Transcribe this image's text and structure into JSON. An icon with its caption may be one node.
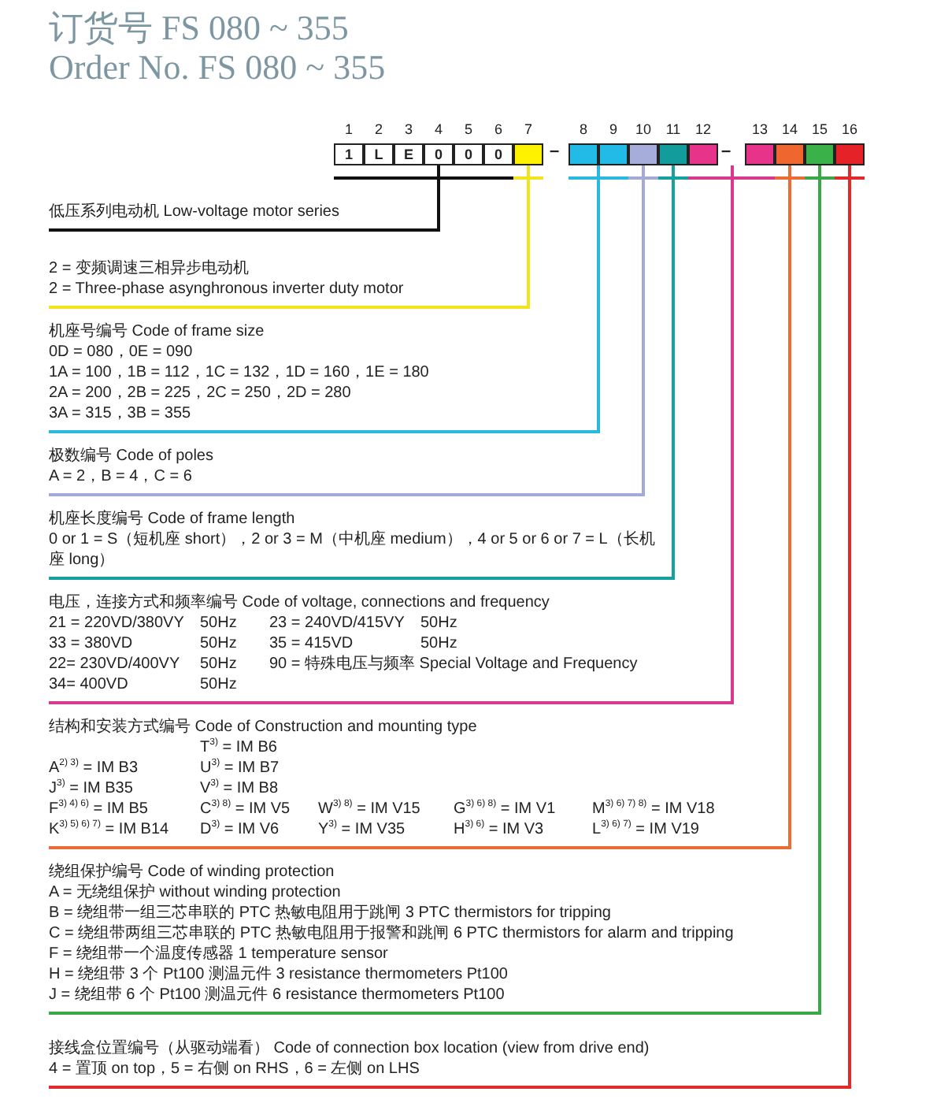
{
  "diagram": {
    "title": "订货号 FS 080 ~ 355",
    "nodes": [
      {
        "text": [
          "1"
        ],
        "beside": [
          "1"
        ]
      },
      {
        "text": [
          "L"
        ],
        "beside": [
          "2"
        ]
      },
      {
        "text": [
          "E"
        ],
        "beside": [
          "3"
        ]
      },
      {
        "text": [
          "0"
        ],
        "beside": [
          "4"
        ]
      },
      {
        "text": [
          "0"
        ],
        "beside": [
          "5"
        ]
      },
      {
        "text": [
          "0"
        ],
        "beside": [
          "6"
        ]
      },
      {
        "text": [],
        "shape": "box",
        "beside": [
          "7"
        ]
      },
      {
        "text": [],
        "shape": "box",
        "beside": [
          "8"
        ]
      },
      {
        "text": [],
        "shape": "box",
        "beside": [
          "9"
        ]
      },
      {
        "text": [],
        "shape": "box",
        "beside": [
          "10"
        ]
      },
      {
        "text": [],
        "shape": "box",
        "beside": [
          "11"
        ]
      },
      {
        "text": [],
        "shape": "box",
        "beside": [
          "12"
        ]
      },
      {
        "text": [],
        "shape": "box",
        "beside": [
          "13"
        ]
      },
      {
        "text": [],
        "shape": "box",
        "beside": [
          "14"
        ]
      },
      {
        "text": [],
        "shape": "box",
        "beside": [
          "15"
        ]
      },
      {
        "text": [],
        "shape": "box",
        "beside": [
          "16"
        ]
      },
      {
        "text": [
          "低压系列电动机 Low-voltage motor series"
        ]
      },
      {
        "text": [
          "2 = 变频调速三相异步电动机",
          "2 = Three-phase asynghronous inverter duty motor"
        ]
      },
      {
        "text": [
          "机座号编号 Code of frame size",
          "0D = 080，0E = 090",
          "1A = 100，1B = 112，1C = 132，1D = 160，1E = 180",
          "2A = 200，2B = 225，2C = 250，2D = 280",
          "3A = 315，3B = 355"
        ]
      },
      {
        "text": [
          "极数编号 Code of poles",
          "A = 2，B = 4，C = 6"
        ]
      },
      {
        "text": [
          "机座长度编号 Code of frame length",
          "0 or 1 = S（短机座 short），2 or 3 = M（中机座 medium），4 or 5 or 6 or 7 = L（长机座 long）"
        ]
      },
      {
        "text": [
          "电压，连接方式和频率编号 Code of voltage, connections and frequency",
          "21 = 220VD/380VY",
          "50Hz",
          "23 = 240VD/415VY",
          "50Hz",
          "33 = 380VD",
          "50Hz",
          "35 = 415VD",
          "50Hz",
          "22= 230VD/400VY",
          "50Hz",
          "90 = 特殊电压与频率 Special Voltage and Frequency",
          "34= 400VD",
          "50Hz"
        ]
      },
      {
        "text": [
          "结构和安装方式编号 Code of Construction and mounting type",
          "T$^{3)}$ = IM B6",
          "A$^{2) 3)}$ = IM B3",
          "U$^{3)}$ = IM B7",
          "J$^{3)}$ = IM B35",
          "V$^{3)}$ = IM B8",
          "F$^{3) 4) 6)}$ = IM B5",
          "C$^{3) 8)}$ = IM V5",
          "W$^{3) 8)}$ = IM V15",
          "G$^{3) 6) 8)}$ = IM V1",
          "M$^{3) 6) 7) 8)}$ = IM V18",
          "K$^{3) 5) 6) 7)}$ = IM B14",
          "D$^{3)}$ = IM V6",
          "Y$^{3)}$ = IM V35",
          "H$^{3) 6)}$ = IM V3",
          "L$^{3) 6) 7)}$ = IM V19"
        ]
      },
      {
        "text": [
          "绕组保护编号 Code of winding protection",
          "A = 无绕组保护 without winding protection",
          "B = 绕组带一组三芯串联的 PTC 热敏电阻用于跳闸 3 PTC thermistors for tripping",
          "C = 绕组带两组三芯串联的 PTC 热敏电阻用于报警和跳闸 6 PTC thermistors for alarm and tripping",
          "F = 绕组带一个温度传感器 1 temperature sensor",
          "H = 绕组带 3 个 Pt100 测温元件 3 resistance thermometers Pt100",
          "J = 绕组带 6 个 Pt100 测温元件 6 resistance thermometers Pt100"
        ]
      },
      {
        "text": [
          "接线盒位置编号（从驱动端看） Code of connection box location (view from drive end)",
          "4 = 置顶 on top，5 = 右侧 on RHS，6 = 左侧 on LHS"
        ]
      }
    ],
    "edges": [
      {
        "from": 3,
        "to": 16,
        "arrow": "none",
        "color": "#111111"
      },
      {
        "from": 6,
        "to": 17,
        "arrow": "none",
        "color": "#f2e41c"
      },
      {
        "from": 7,
        "to": 18,
        "arrow": "none",
        "color": "#2bb8de"
      },
      {
        "from": 9,
        "to": 19,
        "arrow": "none",
        "color": "#a3aad6"
      },
      {
        "from": 10,
        "to": 20,
        "arrow": "none",
        "color": "#16a0a0"
      },
      {
        "from": 11,
        "to": 21,
        "arrow": "none",
        "color": "#d9398c"
      },
      {
        "from": 13,
        "to": 22,
        "arrow": "none",
        "color": "#ec6c35"
      },
      {
        "from": 14,
        "to": 23,
        "arrow": "none",
        "color": "#3aa846"
      },
      {
        "from": 15,
        "to": 24,
        "arrow": "none",
        "color": "#e22a2a"
      }
    ],
    "labels": [
      "Order No. FS 080 ~ 355",
      "–",
      "–"
    ]
  }
}
